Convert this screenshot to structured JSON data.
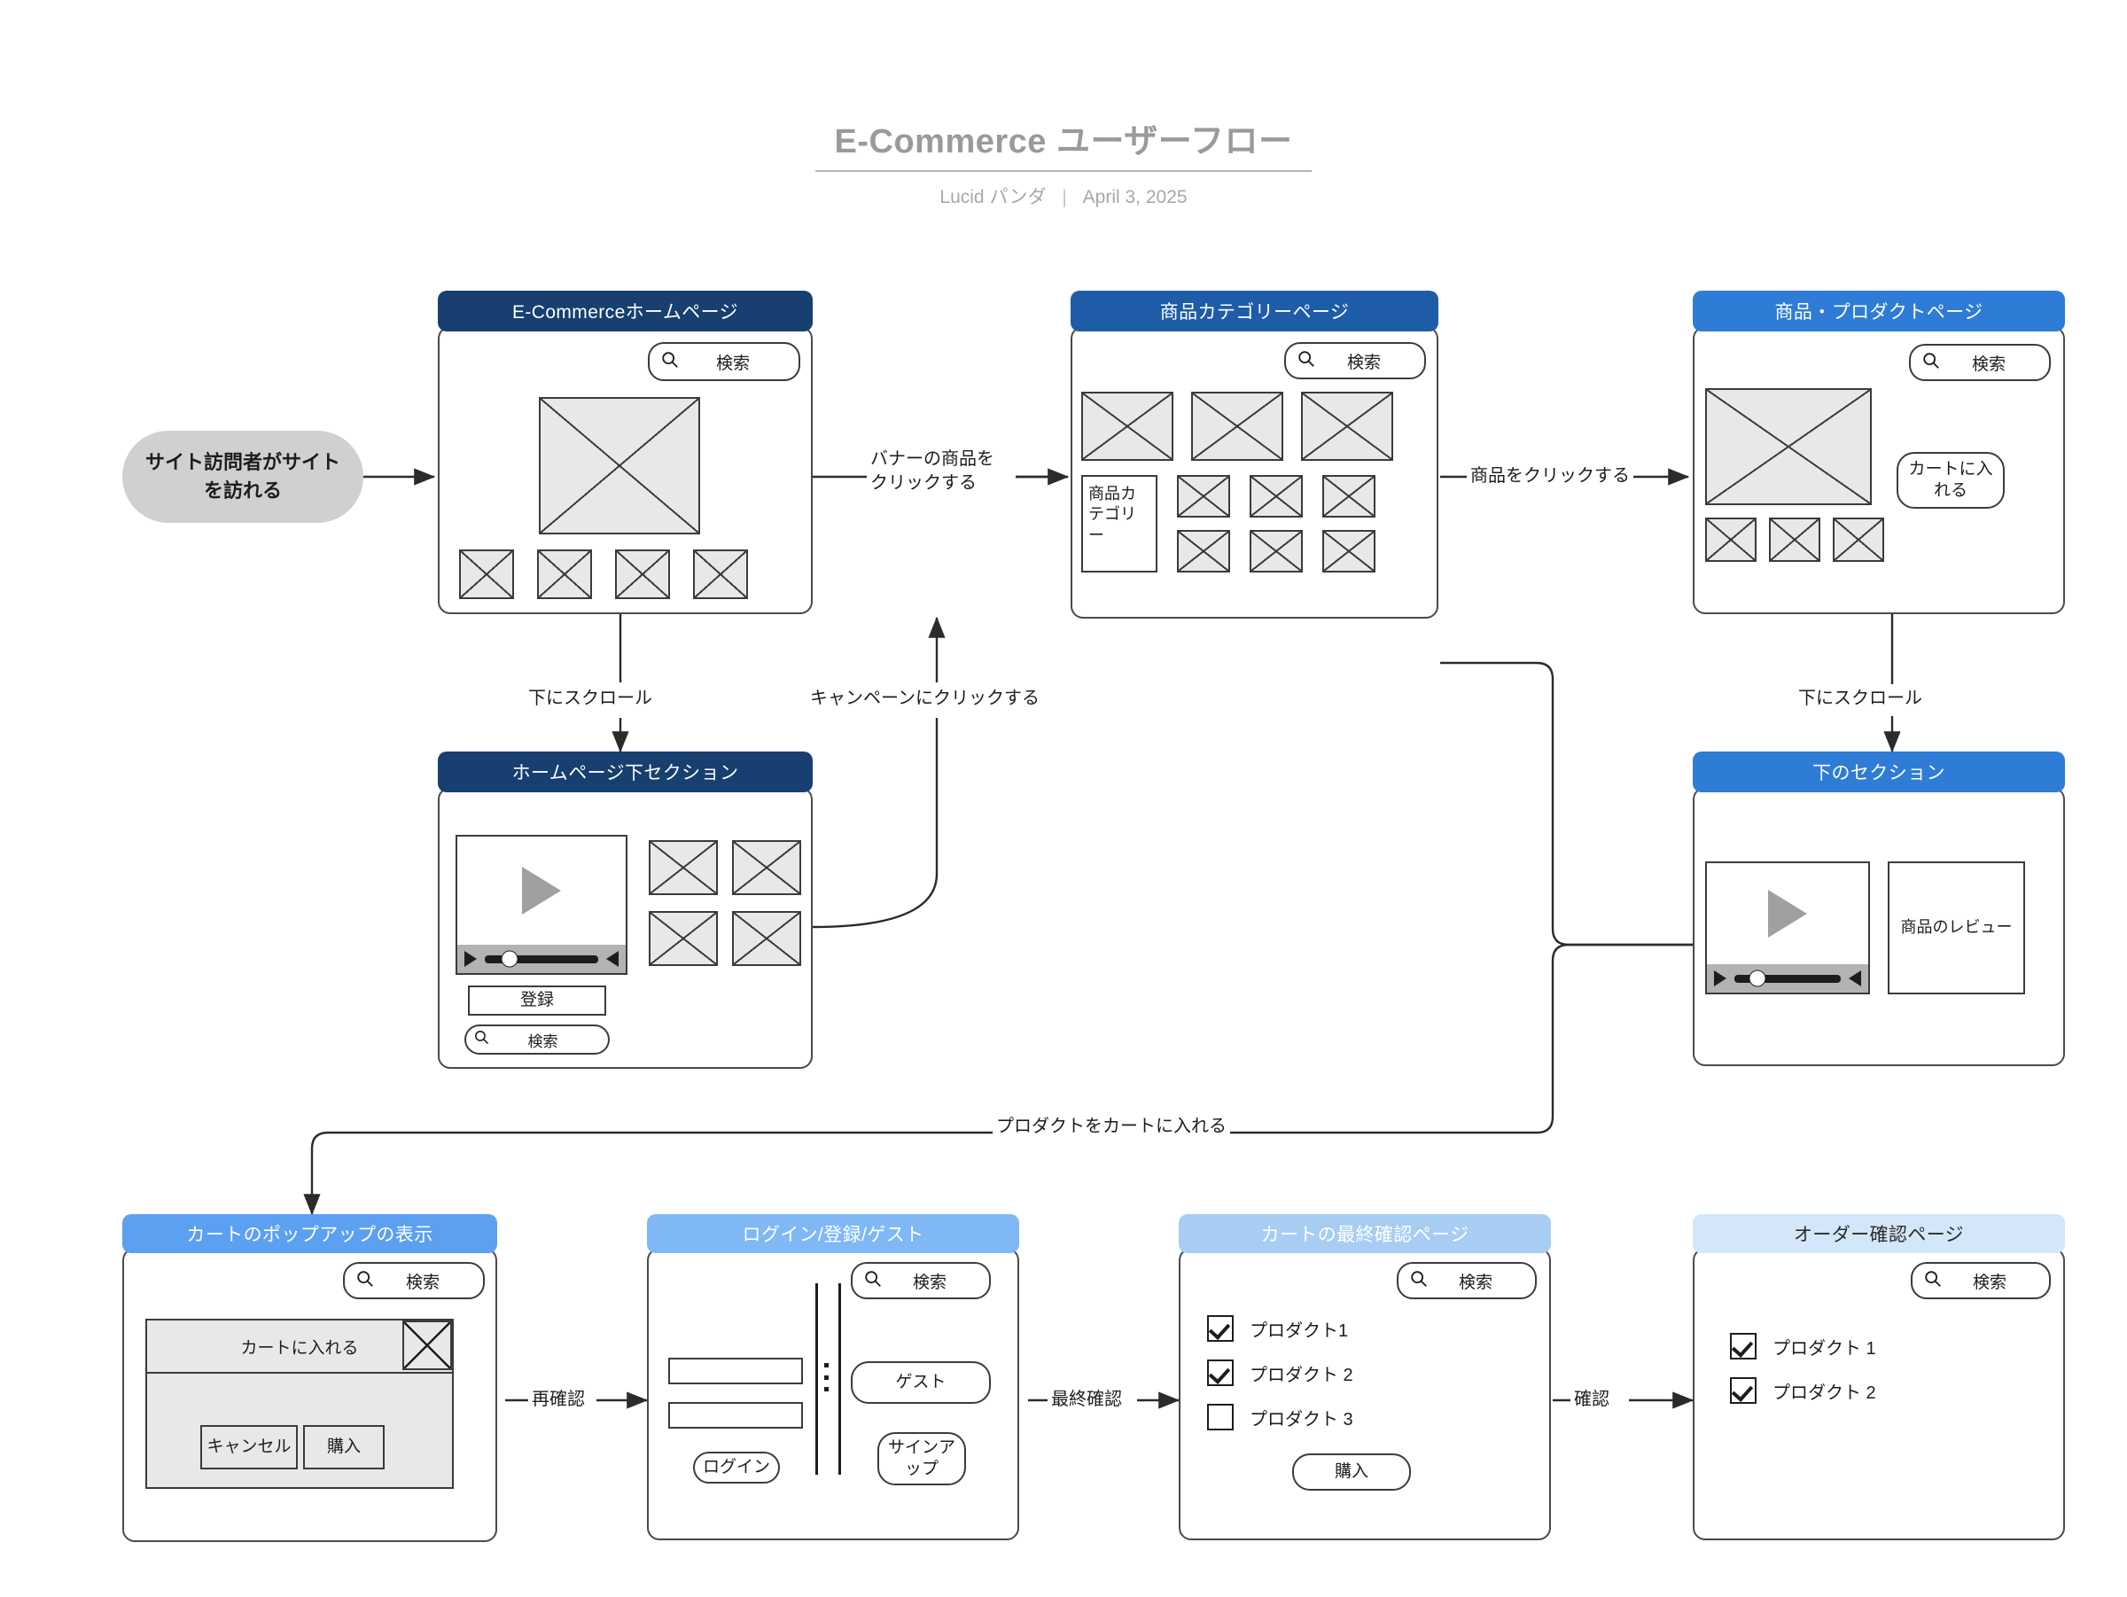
{
  "header": {
    "title": "E-Commerce ユーザーフロー",
    "author": "Lucid パンダ",
    "separator": "|",
    "date": "April 3, 2025"
  },
  "colors": {
    "header_navy": "#173F6F",
    "header_blue_dark": "#1F5CA8",
    "header_blue": "#2E7CD6",
    "header_blue_light": "#5CA0F2",
    "header_blue_lighter": "#7FB8F5",
    "header_blue_pale": "#A8CDF2",
    "header_blue_palest": "#D4E6F9",
    "start_fill": "#D0D0D0",
    "placeholder_fill": "#E8E8E8",
    "stroke": "#3B3B3B"
  },
  "start_node": {
    "label": "サイト訪問者がサイトを訪れる"
  },
  "common": {
    "search_label": "検索"
  },
  "nodes": {
    "home": {
      "title": "E-Commerceホームページ",
      "search_label": "検索"
    },
    "category": {
      "title": "商品カテゴリーページ",
      "search_label": "検索",
      "category_label": "商品カテゴリー"
    },
    "product": {
      "title": "商品・プロダクトページ",
      "search_label": "検索",
      "add_to_cart_label": "カートに入れる"
    },
    "home_bottom": {
      "title": "ホームページ下セクション",
      "register_label": "登録",
      "search_label": "検索"
    },
    "lower_section": {
      "title": "下のセクション",
      "review_label": "商品のレビュー"
    },
    "cart_popup": {
      "title": "カートのポップアップの表示",
      "search_label": "検索",
      "modal_title": "カートに入れる",
      "close_icon": "close-icon",
      "cancel_label": "キャンセル",
      "buy_label": "購入"
    },
    "login": {
      "title": "ログイン/登録/ゲスト",
      "search_label": "検索",
      "login_button": "ログイン",
      "guest_button": "ゲスト",
      "signup_button": "サインアップ"
    },
    "cart_final": {
      "title": "カートの最終確認ページ",
      "search_label": "検索",
      "items": [
        {
          "label": "プロダクト1",
          "checked": true
        },
        {
          "label": "プロダクト 2",
          "checked": true
        },
        {
          "label": "プロダクト 3",
          "checked": false
        }
      ],
      "buy_label": "購入"
    },
    "order_confirm": {
      "title": "オーダー確認ページ",
      "search_label": "検索",
      "items": [
        {
          "label": "プロダクト 1",
          "checked": true
        },
        {
          "label": "プロダクト 2",
          "checked": true
        }
      ]
    }
  },
  "edges": [
    {
      "id": "e-start-home",
      "label": ""
    },
    {
      "id": "e-home-category",
      "label": "バナーの商品を\nクリックする"
    },
    {
      "id": "e-category-product",
      "label": "商品をクリックする"
    },
    {
      "id": "e-home-homebottom",
      "label": "下にスクロール"
    },
    {
      "id": "e-homebottom-category",
      "label": "キャンペーンにクリックする"
    },
    {
      "id": "e-product-lower",
      "label": "下にスクロール"
    },
    {
      "id": "e-lower-cartpopup",
      "label": "プロダクトをカートに入れる"
    },
    {
      "id": "e-cartpopup-login",
      "label": "再確認"
    },
    {
      "id": "e-login-cartfinal",
      "label": "最終確認"
    },
    {
      "id": "e-cartfinal-order",
      "label": "確認"
    }
  ]
}
